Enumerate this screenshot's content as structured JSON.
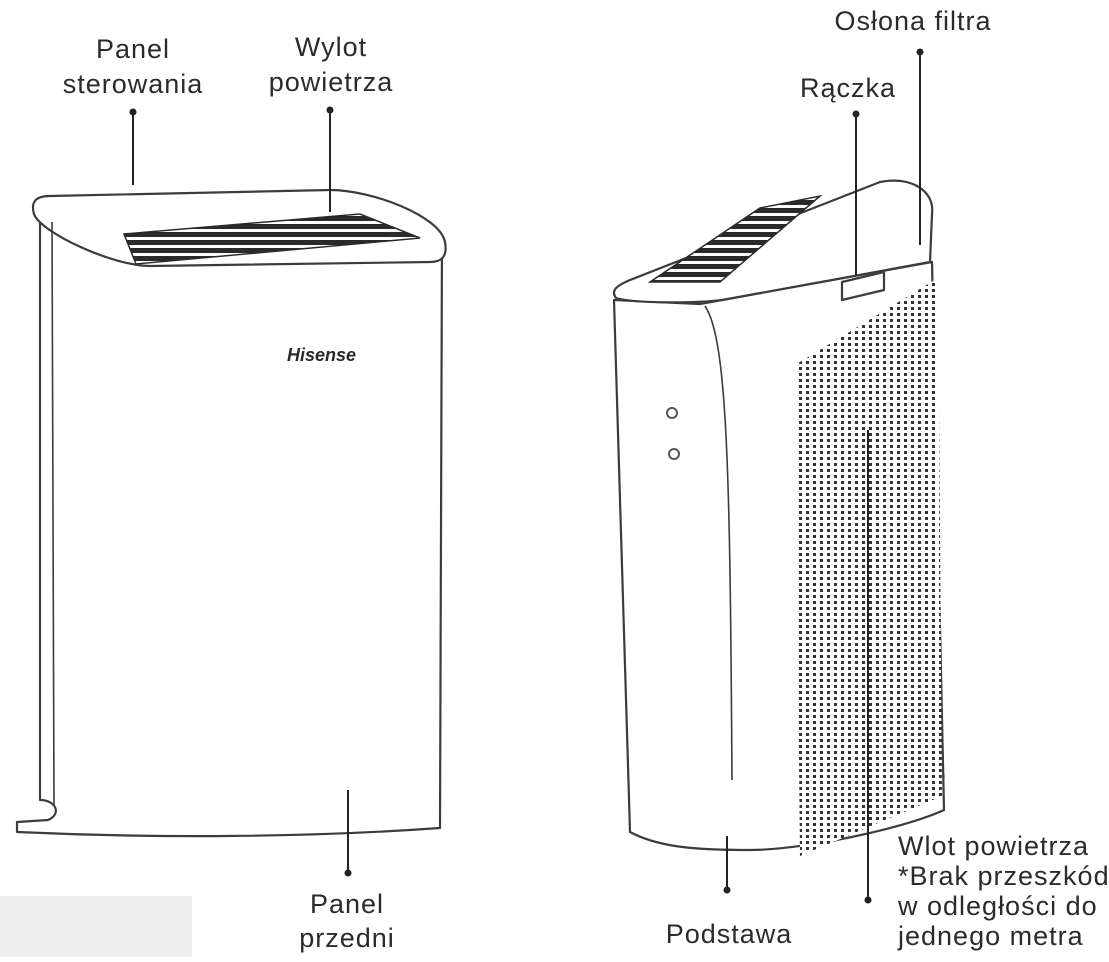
{
  "labels": {
    "control_panel": [
      "Panel",
      "sterowania"
    ],
    "air_outlet": [
      "Wylot",
      "powietrza"
    ],
    "filter_cover": "Osłona filtra",
    "handle": "Rączka",
    "front_panel": [
      "Panel",
      "przedni"
    ],
    "base": "Podstawa",
    "air_inlet": [
      "Wlot powietrza",
      "*Brak przeszkód",
      "w odległości do",
      "jednego metra"
    ]
  },
  "brand": "Hisense",
  "colors": {
    "line": "#3c3c3c",
    "grille": "#2a2a2a",
    "inlet_dots": "#333333",
    "corner_box": "#eeeeee"
  }
}
